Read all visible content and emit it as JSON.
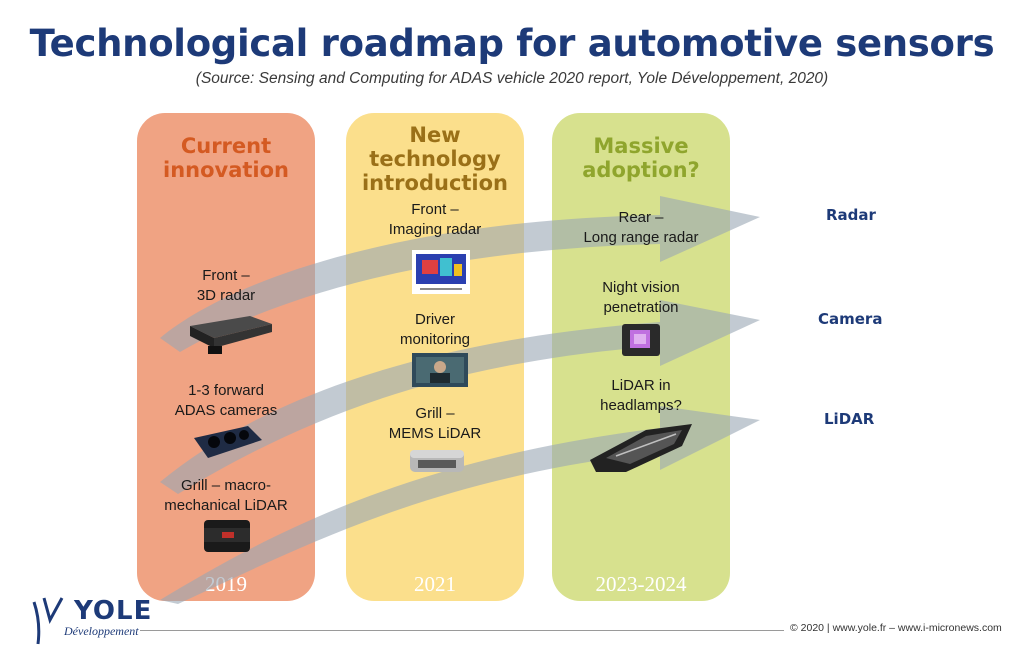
{
  "title": "Technological roadmap for automotive sensors",
  "subtitle": "(Source: Sensing and Computing for ADAS vehicle 2020 report, Yole Développement, 2020)",
  "columns": [
    {
      "heading": [
        "Current",
        "innovation"
      ],
      "year": "2019",
      "color": "#f0a383"
    },
    {
      "heading": [
        "New",
        "technology",
        "introduction"
      ],
      "year": "2021",
      "color": "#fbdf8c"
    },
    {
      "heading": [
        "Massive",
        "adoption?"
      ],
      "year": "2023-2024",
      "color": "#d7e18e"
    }
  ],
  "items": {
    "current": [
      [
        "Front –",
        "3D radar"
      ],
      [
        "1-3 forward",
        "ADAS cameras"
      ],
      [
        "Grill – macro-",
        "mechanical LiDAR"
      ]
    ],
    "new": [
      [
        "Front –",
        "Imaging radar"
      ],
      [
        "Driver",
        "monitoring"
      ],
      [
        "Grill –",
        "MEMS LiDAR"
      ]
    ],
    "massive": [
      [
        "Rear –",
        "Long range radar"
      ],
      [
        "Night vision",
        "penetration"
      ],
      [
        "LiDAR in",
        "headlamps?"
      ]
    ]
  },
  "sensors": [
    "Radar",
    "Camera",
    "LiDAR"
  ],
  "logo": {
    "name": "YOLE",
    "sub": "Développement"
  },
  "copyright": "© 2020 | www.yole.fr – www.i-micronews.com",
  "colors": {
    "title": "#1d3a78",
    "arrow": "#9aa6b4"
  }
}
